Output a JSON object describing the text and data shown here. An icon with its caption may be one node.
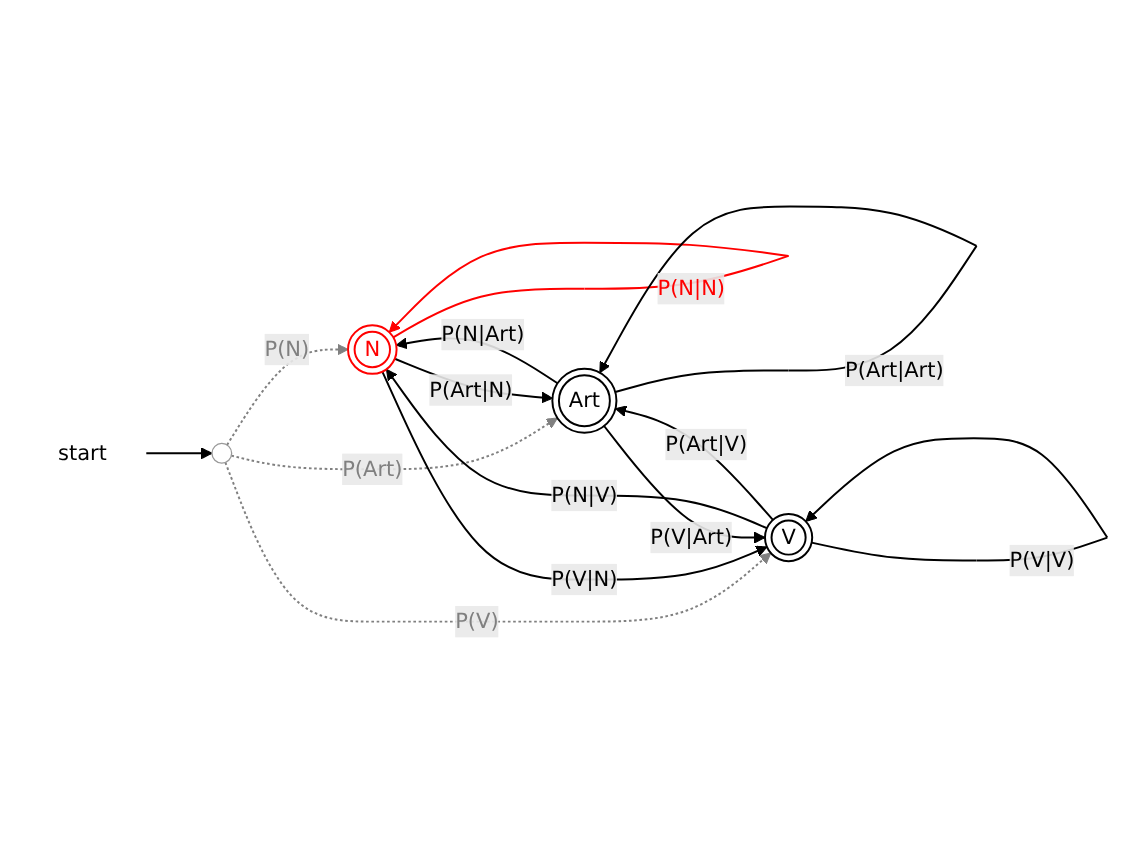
{
  "diagram": {
    "nodes": [
      {
        "text": [
          "start"
        ]
      },
      {
        "text": [],
        "shape": "circle"
      },
      {
        "text": [
          "N"
        ]
      },
      {
        "text": [
          "Art"
        ]
      },
      {
        "text": [
          "V"
        ]
      }
    ],
    "edges": [
      {
        "from": 0,
        "to": 1,
        "arrow": "to"
      },
      {
        "from": 1,
        "to": 2,
        "arrow": "to",
        "label": "P(N)",
        "style": "dashed",
        "color": "#808080"
      },
      {
        "from": 1,
        "to": 4,
        "arrow": "to",
        "label": "P(V)",
        "style": "dashed",
        "color": "#808080"
      },
      {
        "from": 1,
        "to": 3,
        "arrow": "to",
        "label": "P(Art)",
        "style": "dashed",
        "color": "#808080"
      },
      {
        "from": 2,
        "to": 2,
        "arrow": "to",
        "label": "P(N|N)",
        "color": "#ff0000"
      },
      {
        "from": 3,
        "to": 2,
        "arrow": "to",
        "label": "P(N|Art)"
      },
      {
        "from": 2,
        "to": 3,
        "arrow": "to",
        "label": "P(Art|N)"
      },
      {
        "from": 4,
        "to": 2,
        "arrow": "to",
        "label": "P(N|V)"
      },
      {
        "from": 2,
        "to": 4,
        "arrow": "to",
        "label": "P(V|N)"
      },
      {
        "from": 3,
        "to": 4,
        "arrow": "to",
        "label": "P(V|Art)"
      },
      {
        "from": 4,
        "to": 3,
        "arrow": "to",
        "label": "P(Art|V)"
      },
      {
        "from": 3,
        "to": 3,
        "arrow": "to",
        "label": "P(Art|Art)"
      },
      {
        "from": 4,
        "to": 4,
        "arrow": "to",
        "label": "P(V|V)"
      }
    ]
  }
}
